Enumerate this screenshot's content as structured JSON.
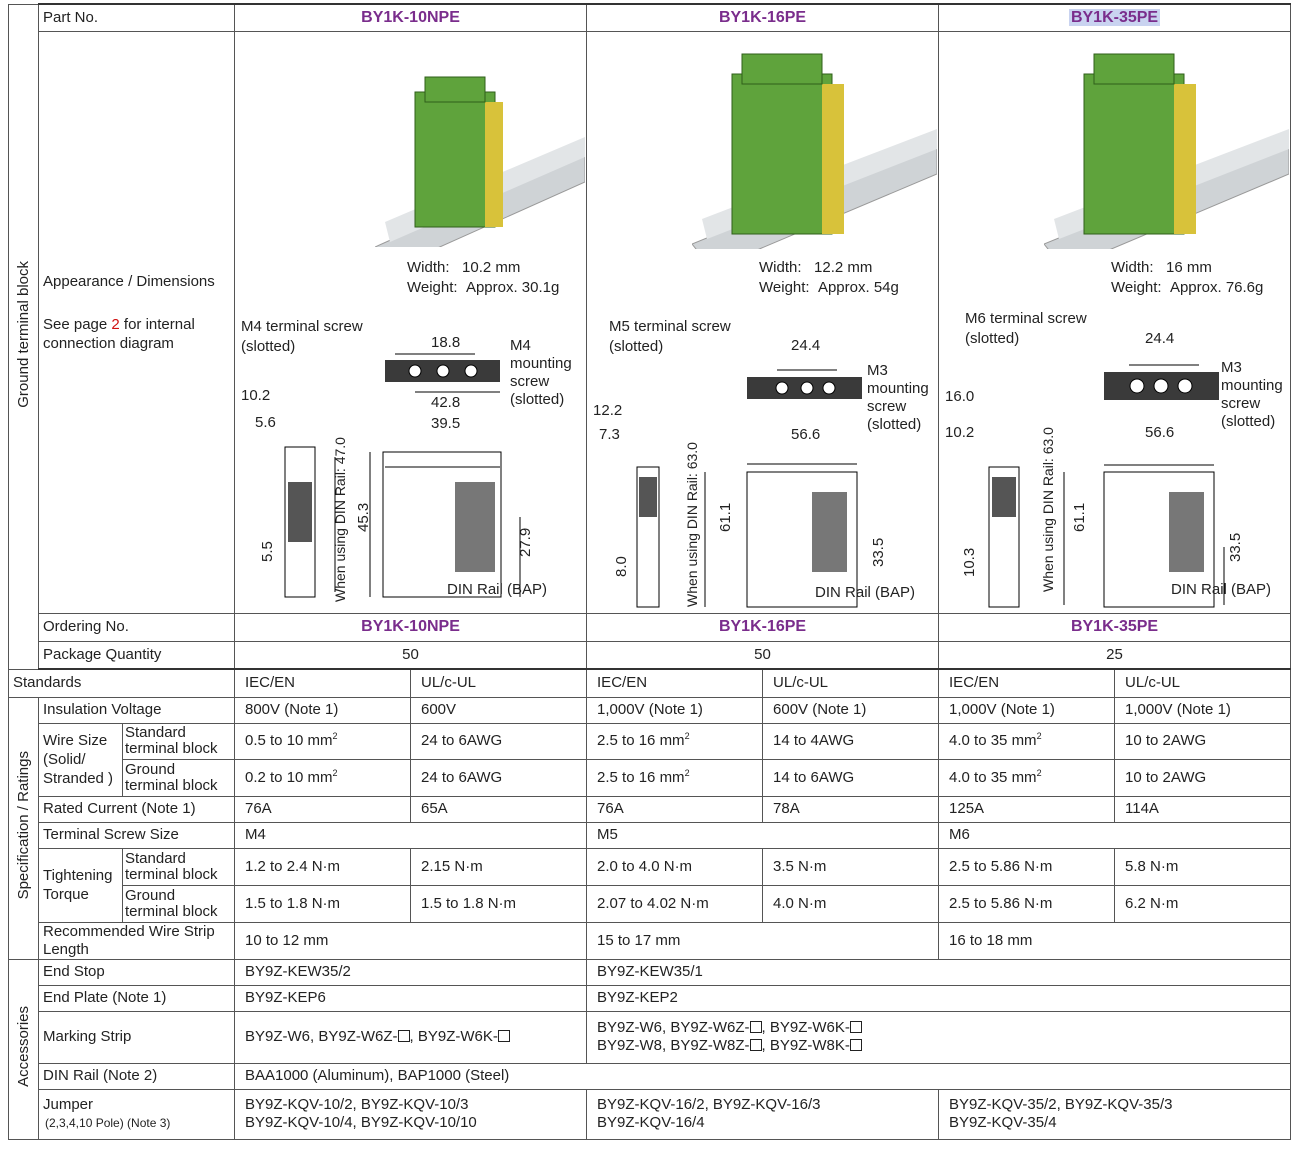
{
  "header": {
    "part_no_label": "Part No.",
    "models": [
      "BY1K-10NPE",
      "BY1K-16PE",
      "BY1K-35PE"
    ]
  },
  "ground_block_label": "Ground terminal block",
  "appearance": {
    "label": "Appearance / Dimensions",
    "see_page_prefix": "See page ",
    "see_page_num": "2",
    "see_page_suffix": " for internal connection diagram",
    "products": [
      {
        "width_label": "Width:",
        "width": "10.2 mm",
        "weight_label": "Weight:",
        "weight": "Approx. 30.1g",
        "screw_note": "M4 terminal screw\n(slotted)",
        "mount_note": "M4\nmounting\nscrew\n(slotted)",
        "dims": [
          "18.8",
          "42.8",
          "10.2",
          "5.6",
          "39.5",
          "47.0",
          "45.3",
          "27.9",
          "5.5"
        ],
        "din_note": "When using DIN Rail: 47.0",
        "din_rail": "DIN Rail (BAP)"
      },
      {
        "width_label": "Width:",
        "width": "12.2 mm",
        "weight_label": "Weight:",
        "weight": "Approx. 54g",
        "screw_note": "M5 terminal screw\n(slotted)",
        "mount_note": "M3\nmounting\nscrew\n(slotted)",
        "dims": [
          "24.4",
          "12.2",
          "7.3",
          "56.6",
          "61.1",
          "33.5",
          "8.0"
        ],
        "din_note": "When using DIN Rail: 63.0",
        "din_rail": "DIN Rail (BAP)"
      },
      {
        "width_label": "Width:",
        "width": "16 mm",
        "weight_label": "Weight:",
        "weight": "Approx. 76.6g",
        "screw_note": "M6 terminal screw\n(slotted)",
        "mount_note": "M3\nmounting\nscrew\n(slotted)",
        "dims": [
          "24.4",
          "16.0",
          "10.2",
          "56.6",
          "61.1",
          "33.5",
          "10.3"
        ],
        "din_note": "When using DIN Rail: 63.0",
        "din_rail": "DIN Rail (BAP)"
      }
    ]
  },
  "ordering": {
    "label": "Ordering No.",
    "values": [
      "BY1K-10NPE",
      "BY1K-16PE",
      "BY1K-35PE"
    ]
  },
  "package": {
    "label": "Package Quantity",
    "values": [
      "50",
      "50",
      "25"
    ]
  },
  "standards": {
    "label": "Standards",
    "values": [
      "IEC/EN",
      "UL/c-UL",
      "IEC/EN",
      "UL/c-UL",
      "IEC/EN",
      "UL/c-UL"
    ]
  },
  "spec_label": "Specification / Ratings",
  "insulation": {
    "label": "Insulation Voltage",
    "values": [
      "800V (Note 1)",
      "600V",
      "1,000V (Note 1)",
      "600V (Note 1)",
      "1,000V (Note 1)",
      "1,000V (Note 1)"
    ]
  },
  "wire_size": {
    "label": "Wire Size\n(Solid/\nStranded )",
    "std_label": "Standard\nterminal block",
    "gnd_label": "Ground\nterminal block",
    "std": [
      "0.5 to 10 mm",
      "24 to 6AWG",
      "2.5 to 16 mm",
      "14 to 4AWG",
      "4.0 to 35 mm",
      "10 to 2AWG"
    ],
    "gnd": [
      "0.2 to 10 mm",
      "24 to 6AWG",
      "2.5 to 16 mm",
      "14 to 6AWG",
      "4.0 to 35 mm",
      "10 to 2AWG"
    ],
    "sup": "2"
  },
  "rated_current": {
    "label": "Rated Current (Note 1)",
    "values": [
      "76A",
      "65A",
      "76A",
      "78A",
      "125A",
      "114A"
    ]
  },
  "screw_size": {
    "label": "Terminal Screw Size",
    "values": [
      "M4",
      "M5",
      "M6"
    ]
  },
  "torque": {
    "label": "Tightening\nTorque",
    "std_label": "Standard\nterminal block",
    "gnd_label": "Ground\nterminal block",
    "std": [
      "1.2 to 2.4 N·m",
      "2.15 N·m",
      "2.0 to 4.0 N·m",
      "3.5 N·m",
      "2.5 to 5.86 N·m",
      "5.8 N·m"
    ],
    "gnd": [
      "1.5 to 1.8 N·m",
      "1.5 to 1.8 N·m",
      "2.07 to 4.02 N·m",
      "4.0 N·m",
      "2.5 to 5.86 N·m",
      "6.2 N·m"
    ]
  },
  "strip": {
    "label": "Recommended Wire Strip Length",
    "values": [
      "10 to 12 mm",
      "15 to 17 mm",
      "16 to 18 mm"
    ]
  },
  "accessories_label": "Accessories",
  "end_stop": {
    "label": "End Stop",
    "values": [
      "BY9Z-KEW35/2",
      "BY9Z-KEW35/1"
    ]
  },
  "end_plate": {
    "label": "End Plate (Note 1)",
    "values": [
      "BY9Z-KEP6",
      "BY9Z-KEP2"
    ]
  },
  "marking": {
    "label": "Marking Strip",
    "v1": [
      "BY9Z-W6, BY9Z-W6Z-",
      ", BY9Z-W6K-",
      ""
    ],
    "v2a": [
      "BY9Z-W6, BY9Z-W6Z-",
      ", BY9Z-W6K-",
      ""
    ],
    "v2b": [
      "BY9Z-W8, BY9Z-W8Z-",
      ", BY9Z-W8K-",
      ""
    ]
  },
  "din_rail": {
    "label": "DIN Rail (Note 2)",
    "value": "BAA1000 (Aluminum), BAP1000 (Steel)"
  },
  "jumper": {
    "label": "Jumper",
    "sub": "(2,3,4,10 Pole) (Note 3)",
    "values": [
      [
        "BY9Z-KQV-10/2, BY9Z-KQV-10/3",
        "BY9Z-KQV-10/4, BY9Z-KQV-10/10"
      ],
      [
        "BY9Z-KQV-16/2, BY9Z-KQV-16/3",
        "BY9Z-KQV-16/4"
      ],
      [
        "BY9Z-KQV-35/2, BY9Z-KQV-35/3",
        "BY9Z-KQV-35/4"
      ]
    ]
  },
  "colors": {
    "accent_purple": "#7a2d8c",
    "product_green": "#5fa33c",
    "product_yellow": "#d8c23a",
    "rail_gray": "#cfd3d6"
  }
}
